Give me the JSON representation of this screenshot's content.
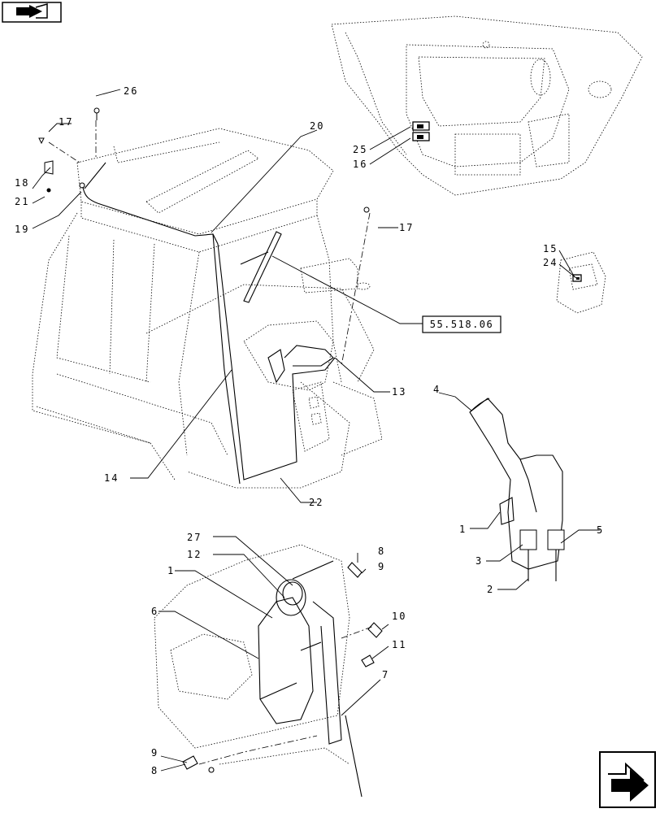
{
  "diagram": {
    "reference_label": "55.518.06",
    "callouts": {
      "c26": "26",
      "c17a": "17",
      "c18": "18",
      "c21": "21",
      "c19": "19",
      "c20": "20",
      "c17b": "17",
      "c25": "25",
      "c16": "16",
      "c15": "15",
      "c24": "24",
      "c13": "13",
      "c14": "14",
      "c22": "22",
      "c4": "4",
      "c1a": "1",
      "c5": "5",
      "c3": "3",
      "c2": "2",
      "c27": "27",
      "c12": "12",
      "c1b": "1",
      "c8a": "8",
      "c9a": "9",
      "c6": "6",
      "c10": "10",
      "c11": "11",
      "c7": "7",
      "c9b": "9",
      "c8b": "8"
    }
  },
  "icons": {
    "top_left": "book-pointer-icon",
    "bottom_right": "next-page-arrow-icon"
  }
}
